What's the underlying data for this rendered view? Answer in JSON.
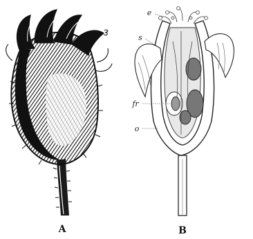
{
  "figure": {
    "panel_a": {
      "label": "A"
    },
    "panel_b": {
      "label": "B",
      "callouts": [
        "e",
        "s",
        "fr",
        "o"
      ]
    },
    "colors": {
      "ink": "#111111",
      "paper": "#ffffff",
      "hatch": "#444444"
    }
  }
}
